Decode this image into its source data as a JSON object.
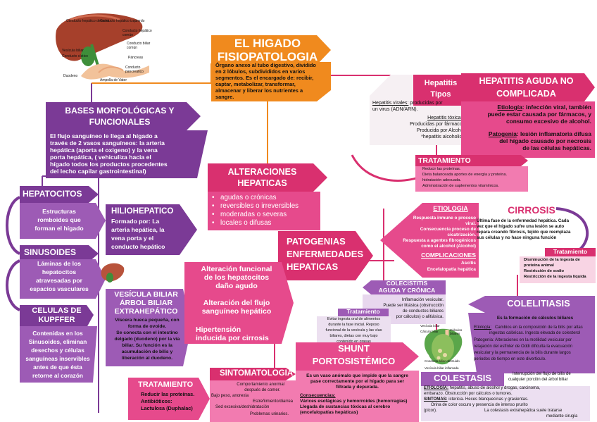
{
  "colors": {
    "orange": "#f08a1e",
    "purple": "#7b3a96",
    "purple_light": "#9d5bb5",
    "magenta": "#d9306f",
    "pink": "#e64a8c",
    "pink_light": "#f27bb0"
  },
  "illustrations": {
    "liver_labels": [
      "Conducto hepático derecho",
      "Conducto hepático izquierdo",
      "Conducto hepático común",
      "Conducto biliar común",
      "Vesícula biliar",
      "Conducto cístico",
      "Páncreas",
      "Conducto pancreático",
      "Duodeno",
      "Ampolla de Vater"
    ],
    "gallbladder_labels": [
      "Vesícula biliar",
      "Cálculo biliar",
      "Cálculos biliares",
      "Conducto biliar obstruido",
      "Vesícula biliar inflamada"
    ]
  },
  "title": {
    "line1": "EL HIGADO",
    "line2": "FISIOPATOLOGIA"
  },
  "intro": {
    "lines": [
      "Órgano anexo al tubo digestivo, dividido",
      "en 2 lóbulos, subdivididos en varios",
      "segmentos. Es el encargado de: recibir,",
      "captar, metabolizar, transformar,",
      "almacenar y liberar los nutrientes a",
      "sangre."
    ]
  },
  "bases": {
    "title_line1": "BASES MORFOLÓGICAS Y",
    "title_line2": "FUNCIONALES",
    "lines": [
      "El flujo sanguíneo le llega al hígado a",
      "través de 2 vasos sanguíneos: la arteria",
      "hepática (aporta el oxigeno)  y la vena",
      "porta hepática, ( vehiculiza hacia el",
      "hígado todos los productos procedentes",
      "del lecho capilar gastrointestinal)"
    ]
  },
  "hepatocitos": {
    "title": "HEPATOCITOS",
    "lines": [
      "Estructuras",
      "romboides que",
      "forman el hígado"
    ]
  },
  "sinusoides": {
    "title": "SINUSOIDES",
    "lines": [
      "Láminas de los",
      "hepatocitos",
      "atravesadas por",
      "espacios vasculares"
    ]
  },
  "kupffer": {
    "title_line1": "CELULAS DE",
    "title_line2": "KUPFFER",
    "lines": [
      "Contenidas en los",
      "Sinusoides, eliminan",
      "desechos y células",
      "sanguíneas inservibles",
      "antes de que ésta",
      "retorne al corazón"
    ]
  },
  "hiliohepatico": {
    "title": "HILIOHEPATICO",
    "lines": [
      "Formado por: La",
      "arteria hepática, la",
      "vena porta y el",
      "conducto hepático"
    ]
  },
  "vesicula": {
    "title_lines": [
      "VESÍCULA BILIAR",
      "ÁRBOL BILIAR",
      "EXTRAHEPÁTICO"
    ],
    "lines": [
      "Víscera hueca pequeña, con",
      "forma de ovoide.",
      "Se conecta con el intestino",
      "delgado (duodeno) por la vía",
      "biliar. Su función es la",
      "acumulación de bilis y",
      "liberación al duodeno."
    ]
  },
  "alteraciones": {
    "title_line1": "ALTERACIONES",
    "title_line2": "HEPATICAS",
    "items": [
      "agudas o crónicas",
      "reversibles o irreversibles",
      "moderadas o severas",
      "locales o difusas"
    ]
  },
  "patogenias": {
    "lines": [
      "PATOGENIAS",
      "ENFERMEDADES",
      "HEPATICAS"
    ]
  },
  "alteracion_flujo": {
    "block1": [
      "Alteración  funcional",
      "de  los  hepatocitos",
      "daño agudo"
    ],
    "block2": [
      "Alteración del flujo",
      "sanguíneo hepático"
    ],
    "block3": [
      "Hipertensión",
      "inducida por cirrosis"
    ]
  },
  "hepatitis_tipos": {
    "title_line1": "Hepatitis",
    "title_line2": "Tipos",
    "viral_label": "Hepatitis virales:",
    "viral_text": " producidas por",
    "viral_line2": "un virus (ADN/ARN).",
    "toxic_label": "Hepatitis tóxicas:",
    "toxic_lines": [
      "Producidas por fármacos",
      "Producida por Alcohol",
      "*hepatitis alcoholica"
    ]
  },
  "hepatitis_aguda": {
    "title_line1": "HEPATITIS AGUDA NO",
    "title_line2": "COMPLICADA",
    "etio_label": "Etiología",
    "etio_text": ": infección viral, también",
    "etio_lines": [
      "puede estar causada por fármacos, y",
      "consumo excesivo de alcohol."
    ],
    "pato_label": "Patogenia",
    "pato_text": ": lesión inflamatoria difusa",
    "pato_lines": [
      "del hígado causado por necrosis",
      "de las células hepáticas."
    ]
  },
  "tratamiento_hepatitis": {
    "title": "TRATAMIENTO",
    "lines": [
      "Reducir las proteínas.",
      "Dieta balanceada aportes de energía y proteína.",
      "hidratación adecuada.",
      "Administración de suplementos vitamínicos."
    ]
  },
  "etiologia_cirrosis": {
    "title": "ETIOLOGIA",
    "lines": [
      "Respuesta inmune  o  proceso",
      "viral.",
      "Consecuencia proceso de",
      "cicatrización.",
      "Respuesta a agentes fibrogénicos",
      "como el alcohol (Alcohol)"
    ],
    "complicaciones_title": "COMPLICACIONES",
    "complicaciones_lines": [
      "Ascitis",
      "Encefalopatía hepática"
    ]
  },
  "cirrosis": {
    "title": "CIRROSIS",
    "lines": [
      "Última fase de la enfermedad hepática. Cada",
      "vez que el hígado sufre una lesión se auto",
      "repara creando fibrosis, tejido que reemplaza",
      "sus  células y no hace ninguna función"
    ],
    "trat_title": "Tratamiento",
    "trat_lines": [
      "Disminución de la ingesta de",
      "proteína animal",
      "Restricción de sodio",
      "Restricción de la ingesta líquida"
    ]
  },
  "colecistitis": {
    "title_line1": "COLECISTITIS",
    "title_line2": "AGUDA Y CRÓNICA",
    "lines": [
      "Inflamación vesicular.",
      "Puede ser litiásica (obstrucción",
      "de conductos biliares",
      "por cálculos) o alitiásica."
    ],
    "trat_title": "Tratamiento",
    "trat_lines": [
      "Evitar ingesta oral de alimentos",
      "durante la fase inicial.  Reposo",
      "funcional de la vesícula y las vías",
      "biliares, dietas con muy bajo",
      "contenido en grasas"
    ]
  },
  "colelitiasis": {
    "title": "COLELITIASIS",
    "subtitle": "Es la formación de cálculos biliares",
    "etio_label": "Etiología:",
    "etio_lines": [
      " Cambios en la composición de la bilis por altas",
      "ingestas calóricas. Ingesta elevada de colesterol"
    ],
    "pato_label": "Patogenia:",
    "pato_lines": [
      " Alteraciones en la motilidad vesicular por",
      "relajación del esfínter de Oddi dificulta la evacuación",
      "vesicular y la permanencia de la  bilis durante largos",
      "periodos de tiempo en este diverticulo."
    ]
  },
  "colestasis": {
    "title": "COLESTASIS",
    "desc_lines": [
      "Interrupción del flujo de bilis de",
      "cualquier porción del árbol biliar"
    ],
    "etio_label": "ETIOLOGÍA:",
    "etio_text": " hepatitis, abuso de alcohol y drogas, carcinoma,",
    "etio_lines": [
      "embarazo.  Obstrucción por cálculos o tumores."
    ],
    "sint_label": "SINTOMAS:",
    "sint_text": " ictericia. Heces blanquecinas y grasientas.",
    "sint_lines": [
      "Orina de color oscuro y presencia de intenso prurito",
      "(picor).",
      "La colestasis extrahepática suele tratarse",
      "mediante cirugía"
    ]
  },
  "shunt": {
    "title_line1": "SHUNT",
    "title_line2": "PORTOSISTÉMICO",
    "lines": [
      "Es un vaso anómalo que impide que la sangre",
      "pase correctamente por  el hígado para ser",
      "filtrada y depurada."
    ],
    "cons_label": "Consecuencias:",
    "cons_lines": [
      "Várices esofágicas y hemorroides (hemorragias)",
      "Llegada de sustancias tóxicas al cerebro",
      "(encefalopatías hepáticas)"
    ]
  },
  "sintomatologia": {
    "title": "SINTOMATOLOGIA",
    "lines": [
      "Comportamiento anormal",
      "después de comer.",
      "Bajo peso, anorexia",
      "Estreñimiento/diarrea",
      "Sed excesiva/deshidratación",
      "Problemas urinarios."
    ]
  },
  "tratamiento_shunt": {
    "title": "TRATAMIENTO",
    "lines": [
      "Reducir las proteínas.",
      "Antibióticos:",
      "Lactulosa (Duphalac)"
    ]
  }
}
